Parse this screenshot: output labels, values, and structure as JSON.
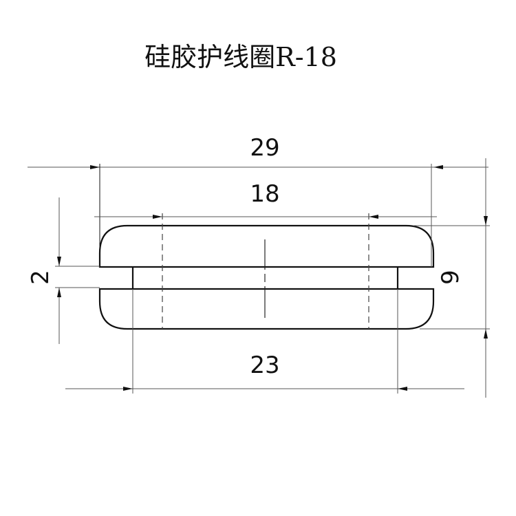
{
  "title": "硅胶护线圈R-18",
  "dimensions": {
    "overall_width": "29",
    "inner_diameter": "18",
    "neck_diameter": "23",
    "groove_width": "2",
    "overall_height": "9"
  },
  "colors": {
    "line": "#111111",
    "dim_line": "#555555"
  }
}
